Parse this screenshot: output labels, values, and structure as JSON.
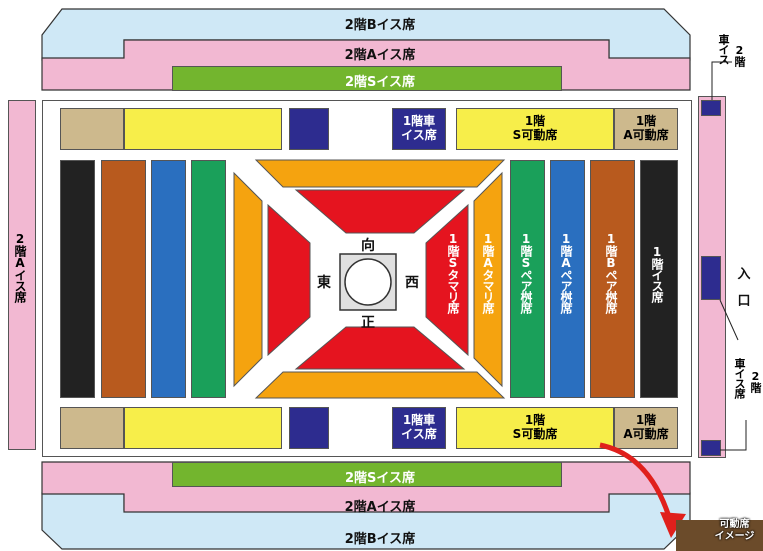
{
  "title": "",
  "colors": {
    "floor2_b": "#cfe8f6",
    "floor2_a": "#f2b8d2",
    "floor2_s": "#73b52e",
    "wheelchair_block": "#2d2c8f",
    "floor1_s_movable": "#f7ee4a",
    "floor1_a_movable": "#cdb98d",
    "tamari": "#f5a30f",
    "masu_s_pair": "#1aa05a",
    "masu_a_pair": "#2a6fbf",
    "masu_b_pair": "#b85a1e",
    "chair_floor1": "#222222",
    "ring_s_tamari": "#e5141f",
    "dohyo_bg": "#e0e0e0",
    "arrow": "#e0201c"
  },
  "sections": {
    "floor2_b_top": "2階Bイス席",
    "floor2_a_top": "2階Aイス席",
    "floor2_s_top": "2階Sイス席",
    "floor2_s_bottom": "2階Sイス席",
    "floor2_a_bottom": "2階Aイス席",
    "floor2_b_bottom": "2階Bイス席",
    "floor2_a_left": "2階Aイス席",
    "floor1_wheel_top_l1": "1階車",
    "floor1_wheel_top_l2": "イス席",
    "floor1_wheel_bottom_l1": "1階車",
    "floor1_wheel_bottom_l2": "イス席",
    "floor1_s_movable_top_l1": "1階",
    "floor1_s_movable_top_l2": "S可動席",
    "floor1_s_movable_bottom_l1": "1階",
    "floor1_s_movable_bottom_l2": "S可動席",
    "floor1_a_movable_top_l1": "1階",
    "floor1_a_movable_top_l2": "A可動席",
    "floor1_a_movable_bottom_l1": "1階",
    "floor1_a_movable_bottom_l2": "A可動席",
    "s_tamari": "1階Sタマリ席",
    "a_tamari": "1階Aタマリ席",
    "s_pair_masu": "1階Sペア桝席",
    "a_pair_masu": "1階Aペア桝席",
    "b_pair_masu": "1階Bペア桝席",
    "chair_floor1": "1階イス席"
  },
  "directions": {
    "north": "向",
    "south": "正",
    "east": "東",
    "west": "西"
  },
  "right_side": {
    "wheel2_top_col1": "車イス",
    "wheel2_top_col2": "2階",
    "entrance_1": "入",
    "entrance_2": "口",
    "wheel2_bottom_col1": "車イス席",
    "wheel2_bottom_col2": "2階"
  },
  "movable_image_label_l1": "可動席",
  "movable_image_label_l2": "イメージ"
}
